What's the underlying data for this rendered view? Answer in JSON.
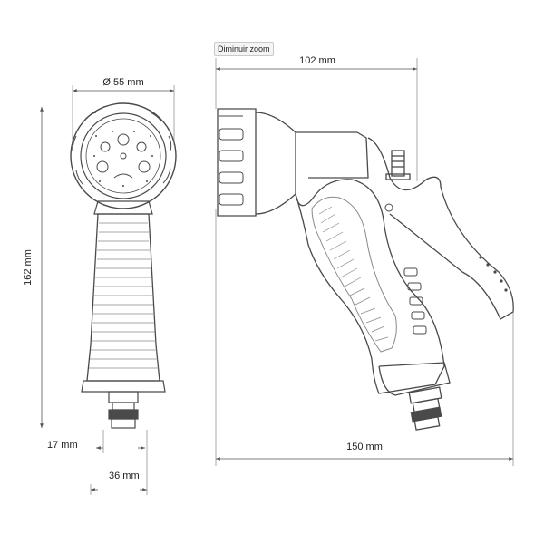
{
  "toolbar": {
    "zoom_out_label": "Diminuir zoom"
  },
  "dimensions": {
    "front_diameter": "Ø 55 mm",
    "total_height": "162 mm",
    "connector_height": "17 mm",
    "connector_width": "36 mm",
    "head_length": "102 mm",
    "total_length": "150 mm"
  },
  "colors": {
    "line": "#4a4a4a",
    "dim_line": "#555555",
    "fill": "#ffffff",
    "grip": "#8a8a8a"
  }
}
